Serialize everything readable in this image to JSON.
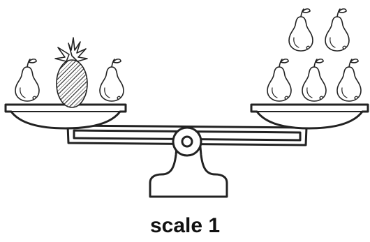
{
  "caption": "scale 1",
  "colors": {
    "ink": "#222222",
    "background": "#ffffff"
  },
  "left_pan": {
    "items": [
      "pear-icon",
      "pineapple-icon",
      "pear-icon"
    ],
    "pear_count": 2,
    "pineapple_count": 1
  },
  "right_pan": {
    "items": [
      "pear-icon",
      "pear-icon",
      "pear-icon",
      "pear-icon",
      "pear-icon"
    ],
    "pear_count": 5,
    "pineapple_count": 0
  }
}
